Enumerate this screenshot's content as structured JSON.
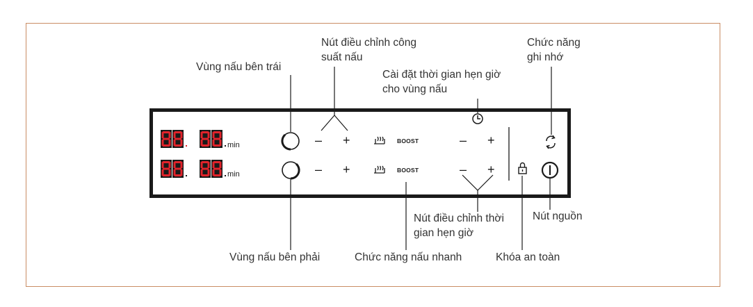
{
  "labels": {
    "left_zone": "Vùng nấu bên trái",
    "power_adjust_line1": "Nút điều chỉnh công",
    "power_adjust_line2": "suất nấu",
    "timer_setting_line1": "Cài đặt thời gian hẹn giờ",
    "timer_setting_line2": "cho vùng nấu",
    "memory_line1": "Chức năng",
    "memory_line2": "ghi nhớ",
    "right_zone": "Vùng nấu bên phải",
    "quick_cook": "Chức năng nấu nhanh",
    "timer_adjust_line1": "Nút điều chỉnh thời",
    "timer_adjust_line2": "gian hẹn giờ",
    "power_button": "Nút nguồn",
    "safety_lock": "Khóa an toàn"
  },
  "panel": {
    "display_digits": "88",
    "unit_min": "min",
    "minus": "–",
    "plus": "+",
    "boost": "BOOST"
  },
  "colors": {
    "frame_border": "#c98c64",
    "panel_border": "#1a1a1a",
    "segment_red": "#e0232a",
    "segment_bg": "#1a1a1a",
    "label_text": "#333333"
  },
  "icons": [
    "heat-zone-icon",
    "boost-heat-icon",
    "timer-clock-icon",
    "memory-arrows-icon",
    "lock-icon",
    "power-icon"
  ]
}
